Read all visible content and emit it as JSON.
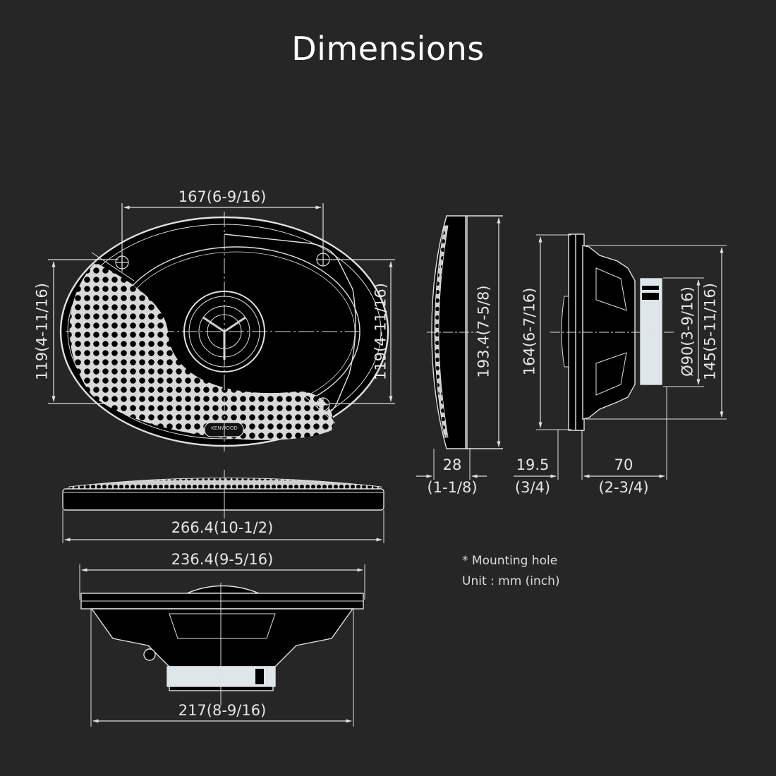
{
  "title": "Dimensions",
  "views": {
    "front": {
      "mounting_width": "167(6-9/16)",
      "mounting_height_left": "119(4-11/16)",
      "mounting_height_right": "119(4-11/16)",
      "brand_badge": "KENWOOD"
    },
    "side_grille": {
      "height": "193.4(7-5/8)",
      "depth_mm": "28",
      "depth_in": "(1-1/8)"
    },
    "side_profile": {
      "frame_height": "164(6-7/16)",
      "magnet_diameter": "Ø90(3-9/16)",
      "basket_height": "145(5-11/16)",
      "mount_depth_mm": "19.5",
      "mount_depth_in": "(3/4)",
      "basket_depth_mm": "70",
      "basket_depth_in": "(2-3/4)"
    },
    "top": {
      "overall_width": "266.4(10-1/2)"
    },
    "bottom_profile": {
      "frame_width": "236.4(9-5/16)",
      "cutout_width": "217(8-9/16)"
    }
  },
  "notes": {
    "mounting_hole": "* Mounting hole",
    "unit": "Unit : mm (inch)"
  },
  "colors": {
    "background": "#262626",
    "line": "#e0e0e0",
    "body": "#000000",
    "magnet": "#dfe6ea"
  }
}
